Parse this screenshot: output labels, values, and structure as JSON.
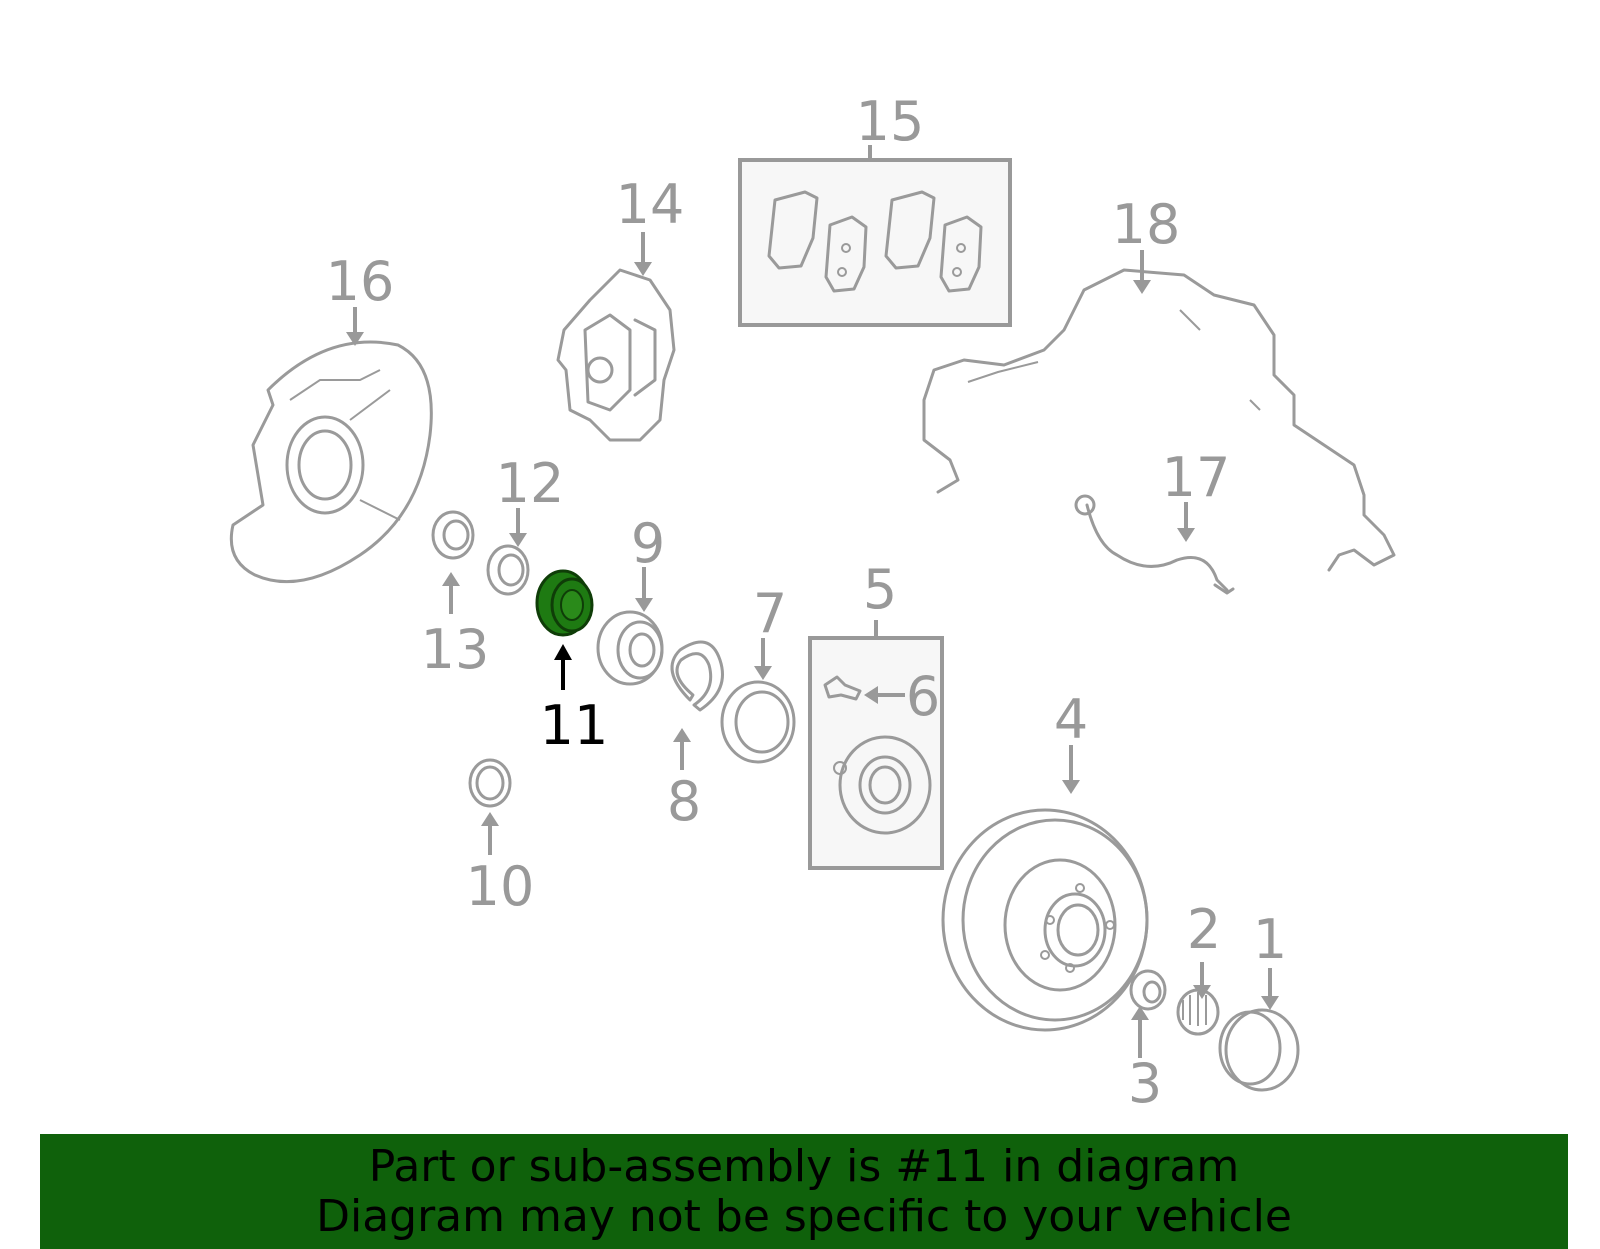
{
  "labels": {
    "l1": "1",
    "l2": "2",
    "l3": "3",
    "l4": "4",
    "l5": "5",
    "l6": "6",
    "l7": "7",
    "l8": "8",
    "l9": "9",
    "l10": "10",
    "l11": "11",
    "l12": "12",
    "l13": "13",
    "l14": "14",
    "l15": "15",
    "l16": "16",
    "l17": "17",
    "l18": "18"
  },
  "highlighted_part": "11",
  "colors": {
    "highlight": "#1e7a12",
    "banner": "#0f610b",
    "label_gray": "#999999",
    "label_active": "#000000"
  },
  "banner": {
    "line1": "Part or sub-assembly is #11 in diagram",
    "line2": "Diagram may not be specific to your vehicle"
  }
}
